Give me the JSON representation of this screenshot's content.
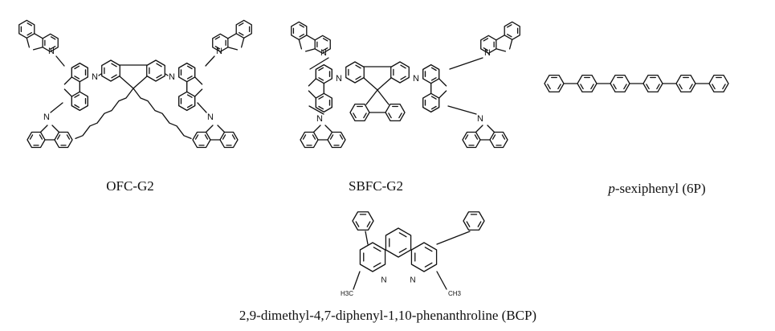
{
  "molecules": [
    {
      "id": "ofc",
      "caption": "OFC-G2"
    },
    {
      "id": "sbfc",
      "caption": "SBFC-G2"
    },
    {
      "id": "sexiphenyl",
      "caption_prefix": "p",
      "caption_rest": "-sexiphenyl (6P)"
    },
    {
      "id": "bcp",
      "caption": "2,9-dimethyl-4,7-diphenyl-1,10-phenanthroline (BCP)"
    }
  ],
  "atom_labels": {
    "nitrogen": "N",
    "methyl": "H3C",
    "methyl_right": "CH3"
  },
  "colors": {
    "ink": "#111111",
    "background": "#ffffff"
  }
}
